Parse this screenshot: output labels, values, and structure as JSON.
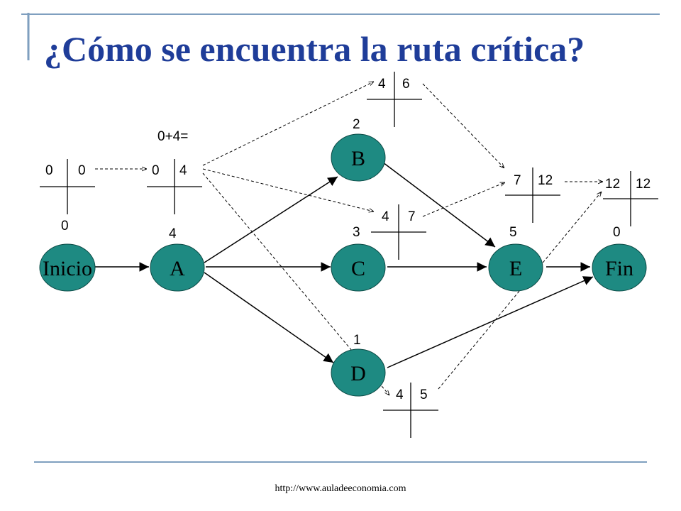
{
  "title": "¿Cómo se encuentra la ruta crítica?",
  "footer_url": "http://www.auladeeconomia.com",
  "colors": {
    "title": "#1f3d99",
    "node_fill": "#1e8a82",
    "decor": "#7f9fbf",
    "line": "#000000"
  },
  "nodes": {
    "inicio": {
      "label": "Inicio",
      "duration": "0"
    },
    "a": {
      "label": "A",
      "duration": "4"
    },
    "b": {
      "label": "B",
      "duration": "2"
    },
    "c": {
      "label": "C",
      "duration": "3"
    },
    "d": {
      "label": "D",
      "duration": "1"
    },
    "e": {
      "label": "E",
      "duration": "5"
    },
    "fin": {
      "label": "Fin",
      "duration": "0"
    }
  },
  "time_crosses": {
    "inicio": {
      "left": "0",
      "right": "0"
    },
    "a": {
      "left": "0",
      "right": "4"
    },
    "b": {
      "left": "4",
      "right": "6"
    },
    "c": {
      "left": "4",
      "right": "7"
    },
    "d": {
      "left": "4",
      "right": "5"
    },
    "e": {
      "left": "7",
      "right": "12"
    },
    "fin": {
      "left": "12",
      "right": "12"
    }
  },
  "annotation": "0+4="
}
